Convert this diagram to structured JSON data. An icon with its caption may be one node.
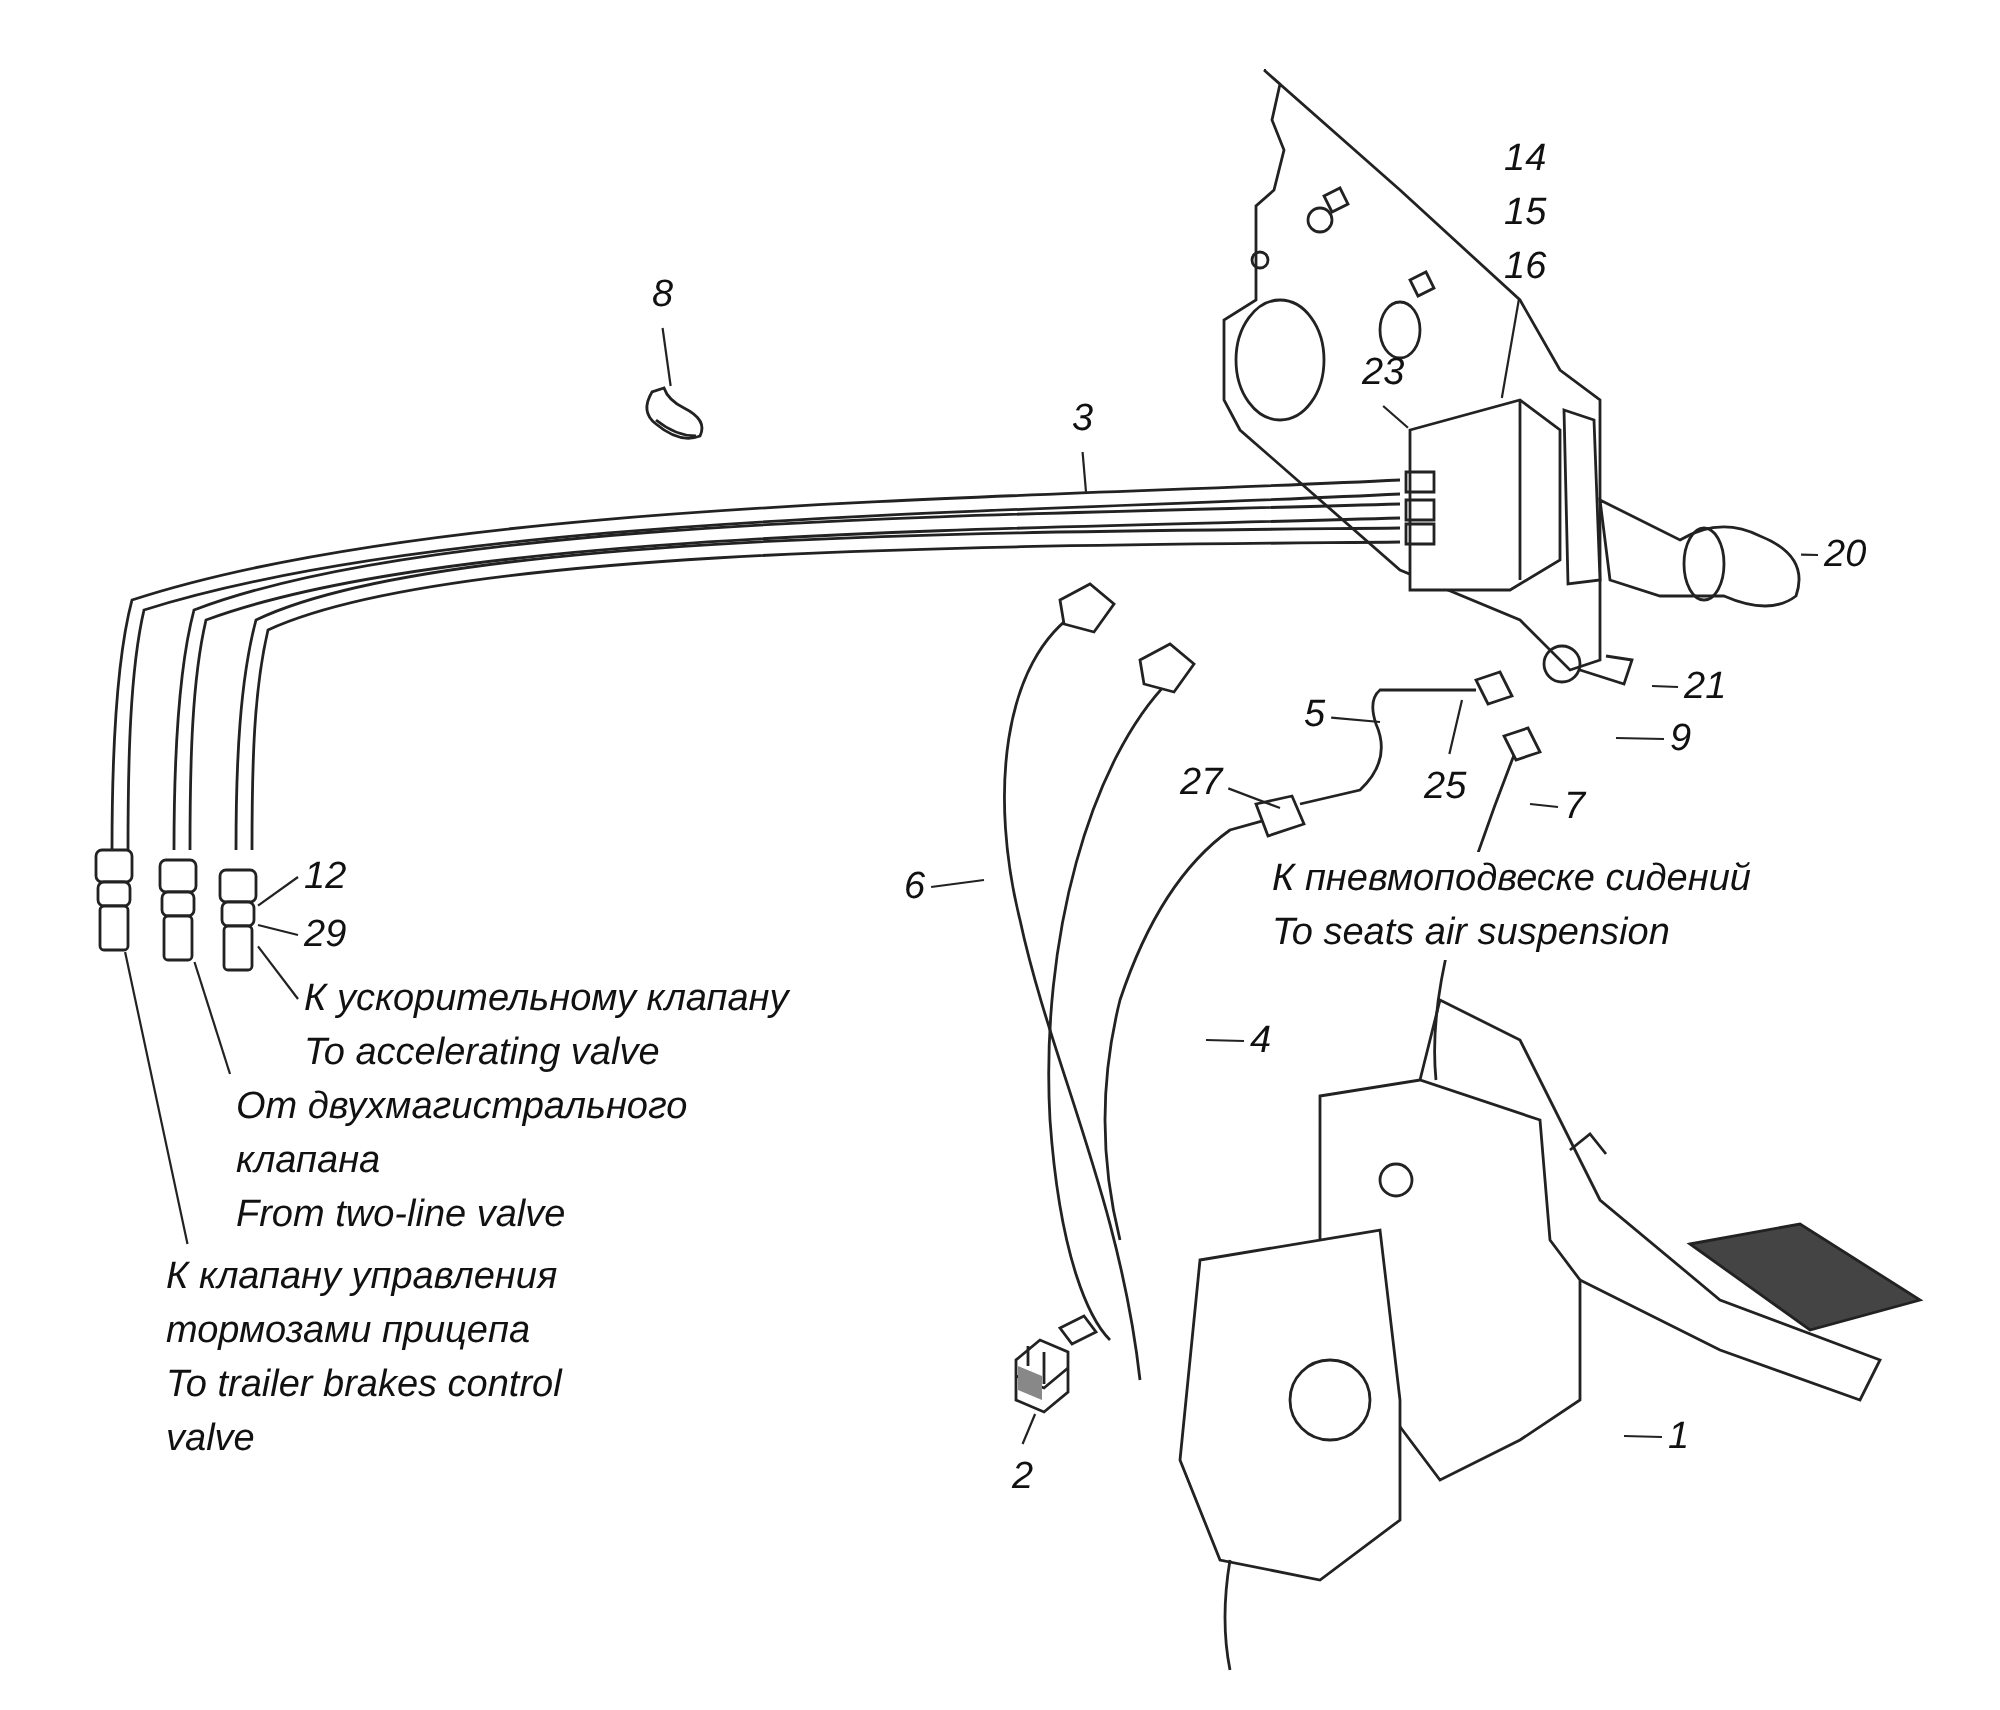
{
  "diagram": {
    "nodes": [
      {
        "text": [
          "14",
          "15",
          "16"
        ]
      },
      {
        "text": [
          "8"
        ]
      },
      {
        "text": [
          "23"
        ]
      },
      {
        "text": [
          "3"
        ]
      },
      {
        "text": [
          "20"
        ]
      },
      {
        "text": [
          "21"
        ]
      },
      {
        "text": [
          "5"
        ]
      },
      {
        "text": [
          "9"
        ]
      },
      {
        "text": [
          "27"
        ]
      },
      {
        "text": [
          "25"
        ]
      },
      {
        "text": [
          "7"
        ]
      },
      {
        "text": [
          "12"
        ]
      },
      {
        "text": [
          "6"
        ]
      },
      {
        "text": [
          "29"
        ]
      },
      {
        "text": [
          "К ускорительному клапану",
          "To accelerating valve"
        ]
      },
      {
        "text": [
          "4"
        ]
      },
      {
        "text": [
          "От двухмагистрального клапана",
          "From two-line valve"
        ]
      },
      {
        "text": [
          "К клапану управления тормозами прицепа",
          "To trailer brakes control valve"
        ]
      },
      {
        "text": [
          "1"
        ]
      },
      {
        "text": [
          "2"
        ]
      },
      {
        "text": [],
        "shape": "picture"
      },
      {
        "text": [],
        "shape": "picture"
      },
      {
        "text": [],
        "shape": "picture"
      },
      {
        "text": [],
        "shape": "picture"
      },
      {
        "text": [],
        "shape": "picture"
      },
      {
        "text": [],
        "shape": "picture"
      },
      {
        "text": [],
        "shape": "picture"
      }
    ],
    "edges": [
      {
        "from": 0,
        "to": 21,
        "arrow": "none"
      },
      {
        "from": 1,
        "to": 20,
        "arrow": "none"
      },
      {
        "from": 2,
        "to": 21,
        "arrow": "none"
      },
      {
        "from": 3,
        "to": null,
        "arrow": "none"
      },
      {
        "from": 4,
        "to": 22,
        "arrow": "none"
      },
      {
        "from": 5,
        "to": null,
        "arrow": "none"
      },
      {
        "from": 6,
        "to": null,
        "arrow": "none"
      },
      {
        "from": 7,
        "to": null,
        "arrow": "none"
      },
      {
        "from": 8,
        "to": null,
        "arrow": "none"
      },
      {
        "from": 9,
        "to": null,
        "arrow": "none"
      },
      {
        "from": 10,
        "to": null,
        "arrow": "none"
      },
      {
        "from": 11,
        "to": 26,
        "arrow": "none"
      },
      {
        "from": 12,
        "to": null,
        "arrow": "none"
      },
      {
        "from": 13,
        "to": 26,
        "arrow": "none"
      },
      {
        "from": 14,
        "to": 26,
        "arrow": "none"
      },
      {
        "from": 15,
        "to": null,
        "arrow": "none"
      },
      {
        "from": 16,
        "to": 25,
        "arrow": "none"
      },
      {
        "from": 17,
        "to": 24,
        "arrow": "none"
      },
      {
        "from": 18,
        "to": null,
        "arrow": "none"
      },
      {
        "from": 19,
        "to": 23,
        "arrow": "none"
      }
    ],
    "labels": [
      "К пневмоподвеске сидений",
      "To seats air suspension"
    ]
  }
}
